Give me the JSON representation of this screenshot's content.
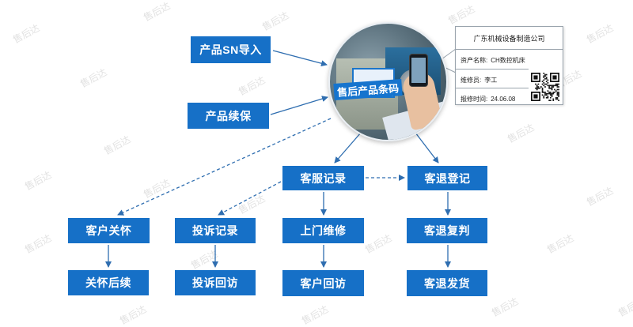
{
  "watermark": "售后达",
  "nodes": {
    "sn_import": "产品SN导入",
    "renewal": "产品续保",
    "service_record": "客服记录",
    "return_register": "客退登记",
    "customer_care": "客户关怀",
    "complaint_record": "投诉记录",
    "onsite_repair": "上门维修",
    "return_recheck": "客退复判",
    "care_followup": "关怀后续",
    "complaint_revisit": "投诉回访",
    "customer_revisit": "客户回访",
    "return_shipping": "客退发货"
  },
  "photo_label": "售后产品条码",
  "asset_tag": {
    "company": "广东机械设备制造公司",
    "asset_label": "资产名称:",
    "asset_value": "CH数控机床",
    "technician_label": "维修员:",
    "technician_value": "李工",
    "time_label": "报修时间:",
    "time_value": "24.06.08"
  },
  "colors": {
    "box_fill": "#1670c7",
    "box_text": "#ffffff",
    "arrow": "#2f6eb0",
    "watermark": "#e2e2e2"
  }
}
